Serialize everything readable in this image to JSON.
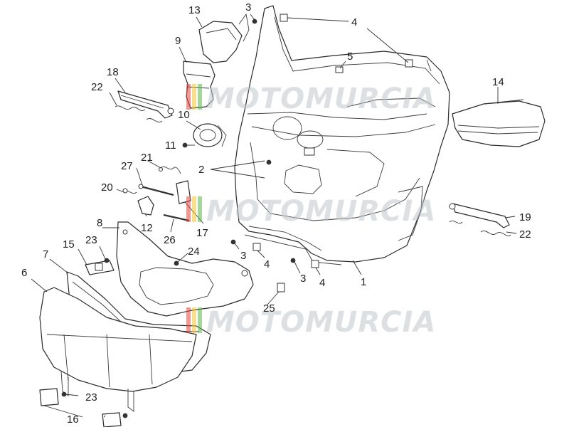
{
  "watermark": {
    "text": "MOTOMURCIA",
    "colors": {
      "bar_red": "#e0453a",
      "bar_yellow": "#f2c230",
      "bar_green": "#5bb548"
    }
  },
  "labels": {
    "c1": "1",
    "c2": "2",
    "c3a": "3",
    "c3b": "3",
    "c3c": "3",
    "c4a": "4",
    "c4b": "4",
    "c4c": "4",
    "c5": "5",
    "c6": "6",
    "c7": "7",
    "c8": "8",
    "c9": "9",
    "c10": "10",
    "c11": "11",
    "c12": "12",
    "c13": "13",
    "c14": "14",
    "c15": "15",
    "c16": "16",
    "c17": "17",
    "c18": "18",
    "c19": "19",
    "c20": "20",
    "c21": "21",
    "c22a": "22",
    "c22b": "22",
    "c23a": "23",
    "c23b": "23",
    "c24": "24",
    "c25": "25",
    "c26": "26",
    "c27": "27"
  }
}
